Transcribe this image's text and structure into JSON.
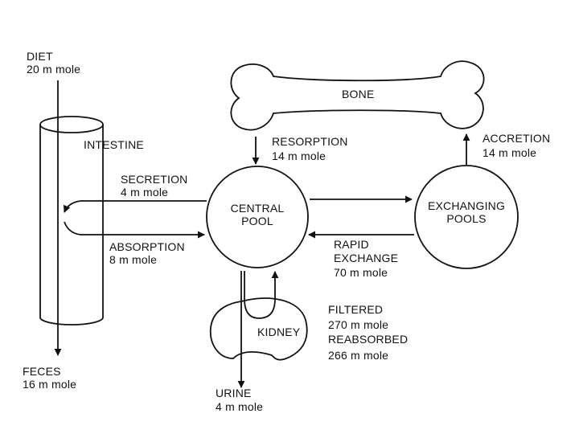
{
  "colors": {
    "ink": "#111111",
    "background": "#ffffff"
  },
  "labels": {
    "diet": "DIET",
    "diet_amount": "20 m mole",
    "intestine": "INTESTINE",
    "secretion": "SECRETION",
    "secretion_amount": "4 m mole",
    "absorption": "ABSORPTION",
    "absorption_amount": "8 m mole",
    "feces": "FECES",
    "feces_amount": "16 m mole",
    "bone": "BONE",
    "resorption": "RESORPTION",
    "resorption_amount": "14 m mole",
    "accretion": "ACCRETION",
    "accretion_amount": "14 m mole",
    "central_pool_line1": "CENTRAL",
    "central_pool_line2": "POOL",
    "exchanging_pools_line1": "EXCHANGING",
    "exchanging_pools_line2": "POOLS",
    "rapid_exchange_line1": "RAPID",
    "rapid_exchange_line2": "EXCHANGE",
    "rapid_exchange_amount": "70 m mole",
    "kidney": "KIDNEY",
    "filtered": "FILTERED",
    "filtered_amount": "270 m mole",
    "reabsorbed": "REABSORBED",
    "reabsorbed_amount": "266 m mole",
    "urine": "URINE",
    "urine_amount": "4 m mole"
  }
}
